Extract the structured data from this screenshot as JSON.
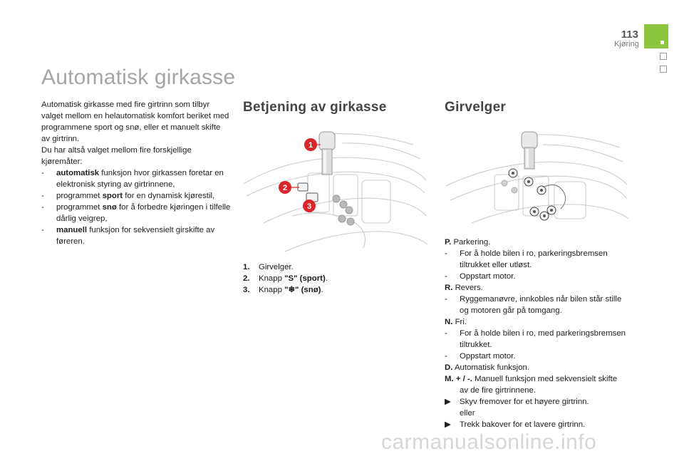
{
  "header": {
    "page_number": "113",
    "section": "Kjøring"
  },
  "title": "Automatisk girkasse",
  "intro": {
    "p1": "Automatisk girkasse med fire girtrinn som tilbyr valget mellom en helautomatisk komfort beriket med programmene sport og snø, eller et manuelt skifte av girtrinn.",
    "p2": "Du har altså valget mellom fire forskjellige kjøremåter:",
    "items": [
      {
        "bold": "automatisk",
        "text": " funksjon hvor girkassen foretar en elektronisk styring av girtrinnene,"
      },
      {
        "pre": "programmet ",
        "bold": "sport",
        "text": " for en dynamisk kjørestil,"
      },
      {
        "pre": "programmet ",
        "bold": "snø",
        "text": " for å forbedre kjøringen i tilfelle dårlig veigrep,"
      },
      {
        "bold": "manuell",
        "text": " funksjon for sekvensielt girskifte av føreren."
      }
    ]
  },
  "betjening": {
    "heading": "Betjening av girkasse",
    "callouts": [
      "1",
      "2",
      "3"
    ],
    "legend": [
      {
        "num": "1.",
        "text": "Girvelger."
      },
      {
        "num": "2.",
        "text": "Knapp ",
        "bold": "\"S\" (sport)",
        "after": "."
      },
      {
        "num": "3.",
        "text": "Knapp ",
        "bold": "\"❄\" (snø)",
        "after": "."
      }
    ]
  },
  "girvelger": {
    "heading": "Girvelger",
    "lines": [
      {
        "type": "head",
        "key": "P.",
        "text": " Parkering."
      },
      {
        "type": "dash",
        "text": "For å holde bilen i ro, parkeringsbremsen tiltrukket eller utløst."
      },
      {
        "type": "dash",
        "text": "Oppstart motor."
      },
      {
        "type": "head",
        "key": "R.",
        "text": " Revers."
      },
      {
        "type": "dash",
        "text": "Ryggemanøvre, innkobles når bilen står stille og motoren går på tomgang."
      },
      {
        "type": "head",
        "key": "N.",
        "text": " Fri."
      },
      {
        "type": "dash",
        "text": "For å holde bilen i ro, med parkeringsbremsen tiltrukket."
      },
      {
        "type": "dash",
        "text": "Oppstart motor."
      },
      {
        "type": "head",
        "key": "D.",
        "text": " Automatisk funksjon."
      },
      {
        "type": "head",
        "key": "M. + / -.",
        "text": " Manuell funksjon med sekvensielt skifte av de fire girtrinnene."
      },
      {
        "type": "arrow",
        "text": "Skyv fremover for et høyere girtrinn."
      },
      {
        "type": "plain",
        "text": "eller"
      },
      {
        "type": "arrow",
        "text": "Trekk bakover for et lavere girtrinn."
      }
    ]
  },
  "watermark": "carmanualsonline.info",
  "colors": {
    "accent_green": "#8cc63f",
    "callout_red": "#d9262b",
    "title_gray": "#a5a5a5"
  }
}
